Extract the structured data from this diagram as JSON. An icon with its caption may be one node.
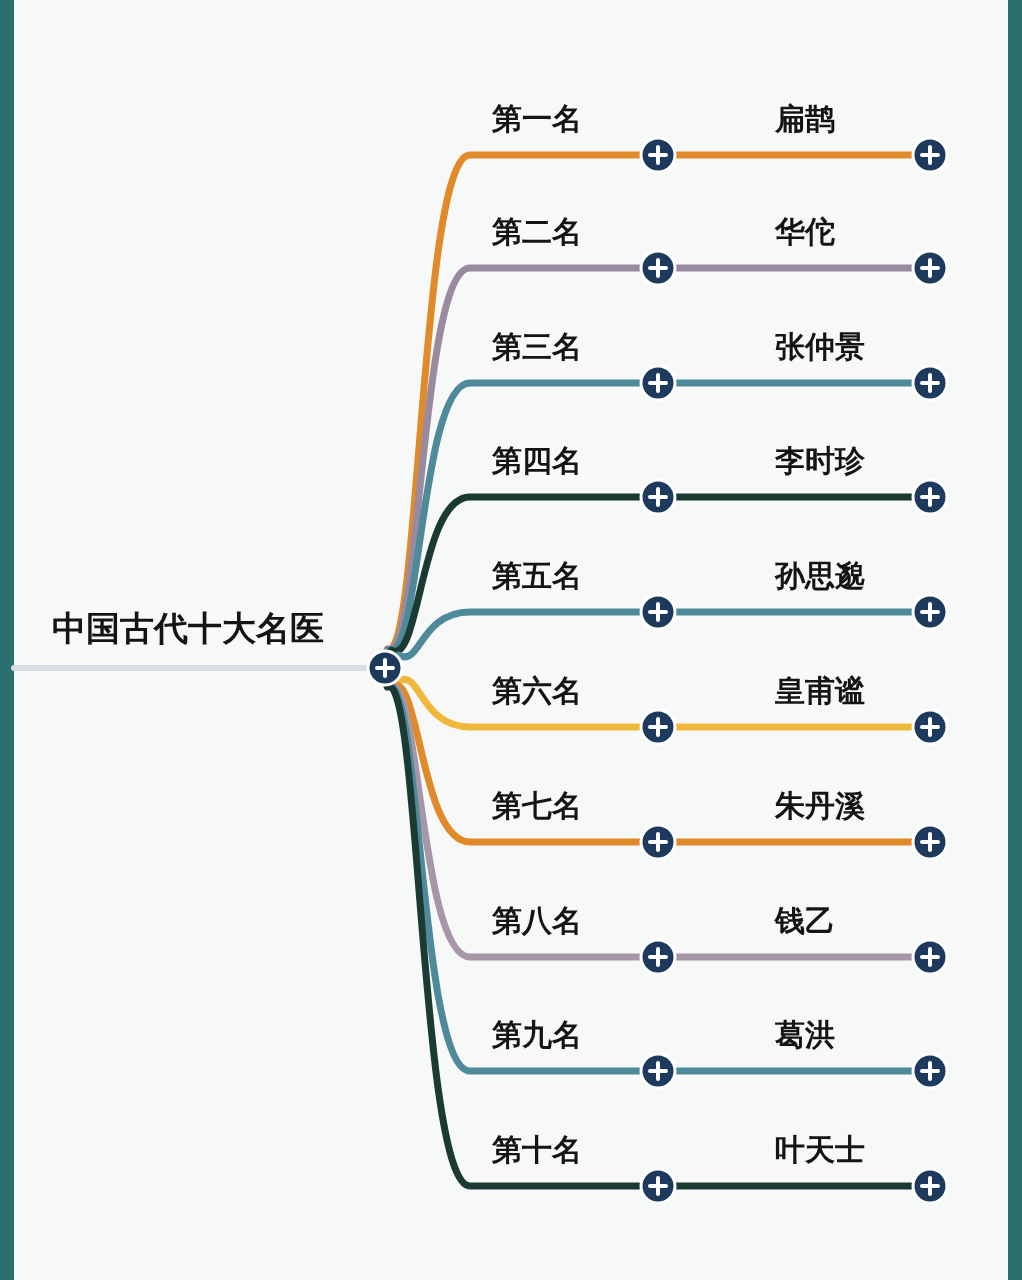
{
  "diagram": {
    "nodes": [
      {
        "text": [
          "中国古代十大名医"
        ]
      },
      {
        "text": [
          "第一名"
        ]
      },
      {
        "text": [
          "扁鹊"
        ]
      },
      {
        "text": [
          "第二名"
        ]
      },
      {
        "text": [
          "华佗"
        ]
      },
      {
        "text": [
          "第三名"
        ]
      },
      {
        "text": [
          "张仲景"
        ]
      },
      {
        "text": [
          "第四名"
        ]
      },
      {
        "text": [
          "李时珍"
        ]
      },
      {
        "text": [
          "第五名"
        ]
      },
      {
        "text": [
          "孙思邈"
        ]
      },
      {
        "text": [
          "第六名"
        ]
      },
      {
        "text": [
          "皇甫谧"
        ]
      },
      {
        "text": [
          "第七名"
        ]
      },
      {
        "text": [
          "朱丹溪"
        ]
      },
      {
        "text": [
          "第八名"
        ]
      },
      {
        "text": [
          "钱乙"
        ]
      },
      {
        "text": [
          "第九名"
        ]
      },
      {
        "text": [
          "葛洪"
        ]
      },
      {
        "text": [
          "第十名"
        ]
      },
      {
        "text": [
          "叶天士"
        ]
      }
    ],
    "edges": [
      {
        "from": null,
        "to": 0,
        "arrow": "none",
        "color": "#d9dde0"
      },
      {
        "from": 0,
        "to": 1,
        "arrow": "none",
        "color": "#e08a2a"
      },
      {
        "from": 1,
        "to": 2,
        "arrow": "none",
        "color": "#e08a2a"
      },
      {
        "from": 0,
        "to": 3,
        "arrow": "none",
        "color": "#9a8aa0"
      },
      {
        "from": 3,
        "to": 4,
        "arrow": "none",
        "color": "#9a8aa0"
      },
      {
        "from": 0,
        "to": 5,
        "arrow": "none",
        "color": "#4e8a9a"
      },
      {
        "from": 5,
        "to": 6,
        "arrow": "none",
        "color": "#4e8a9a"
      },
      {
        "from": 0,
        "to": 7,
        "arrow": "none",
        "color": "#1c3a34"
      },
      {
        "from": 7,
        "to": 8,
        "arrow": "none",
        "color": "#1c3a34"
      },
      {
        "from": 0,
        "to": 9,
        "arrow": "none",
        "color": "#4e8a9a"
      },
      {
        "from": 9,
        "to": 10,
        "arrow": "none",
        "color": "#4e8a9a"
      },
      {
        "from": 0,
        "to": 11,
        "arrow": "none",
        "color": "#f0b83a"
      },
      {
        "from": 11,
        "to": 12,
        "arrow": "none",
        "color": "#f0b83a"
      },
      {
        "from": 0,
        "to": 13,
        "arrow": "none",
        "color": "#e08a2a"
      },
      {
        "from": 13,
        "to": 14,
        "arrow": "none",
        "color": "#e08a2a"
      },
      {
        "from": 0,
        "to": 15,
        "arrow": "none",
        "color": "#a596a8"
      },
      {
        "from": 15,
        "to": 16,
        "arrow": "none",
        "color": "#a596a8"
      },
      {
        "from": 0,
        "to": 17,
        "arrow": "none",
        "color": "#4e8a9a"
      },
      {
        "from": 17,
        "to": 18,
        "arrow": "none",
        "color": "#4e8a9a"
      },
      {
        "from": 0,
        "to": 19,
        "arrow": "none",
        "color": "#1c3a34"
      },
      {
        "from": 19,
        "to": 20,
        "arrow": "none",
        "color": "#1c3a34"
      }
    ]
  }
}
